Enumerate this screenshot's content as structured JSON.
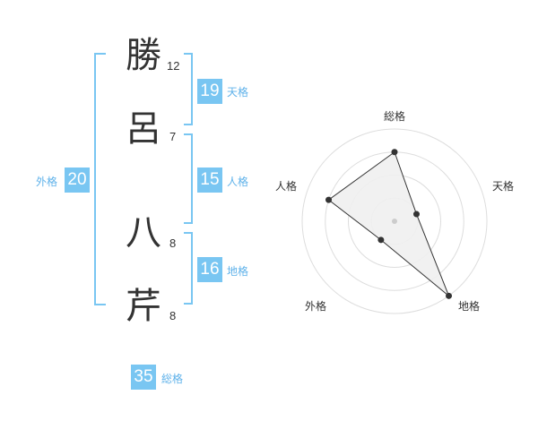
{
  "name_characters": [
    {
      "char": "勝",
      "strokes": "12"
    },
    {
      "char": "呂",
      "strokes": "7"
    },
    {
      "char": "八",
      "strokes": "8"
    },
    {
      "char": "芹",
      "strokes": "8"
    }
  ],
  "kakusu": {
    "tenkaku": {
      "value": "19",
      "label": "天格"
    },
    "jinkaku": {
      "value": "15",
      "label": "人格"
    },
    "chikaku": {
      "value": "16",
      "label": "地格"
    },
    "gaikaku": {
      "value": "20",
      "label": "外格"
    },
    "soukaku": {
      "value": "35",
      "label": "総格"
    }
  },
  "colors": {
    "accent": "#79c6f2",
    "bracket": "#79c6f2",
    "text": "#333333",
    "radar_fill": "#efefef"
  },
  "chart_data": {
    "type": "radar",
    "axes": [
      "総格",
      "天格",
      "地格",
      "外格",
      "人格"
    ],
    "values": [
      0.75,
      0.25,
      1.0,
      0.25,
      0.75
    ],
    "rings": 4
  }
}
